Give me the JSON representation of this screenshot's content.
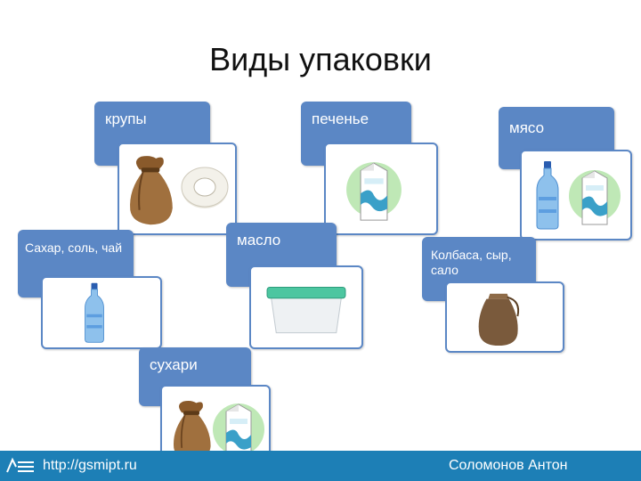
{
  "slide": {
    "title": "Виды упаковки",
    "items": [
      {
        "label": "крупы"
      },
      {
        "label": "печенье"
      },
      {
        "label": "мясо"
      },
      {
        "label": "Сахар, соль, чай"
      },
      {
        "label": "масло"
      },
      {
        "label": "Колбаса, сыр, сало"
      },
      {
        "label": "сухари"
      }
    ]
  },
  "icons": [
    "sack-icon",
    "tape-roll-icon",
    "milk-carton-icon",
    "water-bottle-icon",
    "plastic-container-icon",
    "burlap-pouch-icon"
  ],
  "footer": {
    "url": "http://gsmipt.ru",
    "author": "Соломонов Антон"
  },
  "colors": {
    "card": "#5b87c5",
    "footer": "#1d7fb6"
  }
}
